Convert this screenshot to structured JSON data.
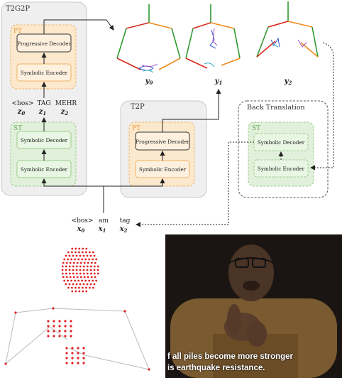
{
  "colors": {
    "group_fill": "#efefef",
    "group_stroke": "#c8c8c8",
    "pt_fill": "#fce8cc",
    "pt_stroke": "#f0b46a",
    "pt_label": "#e89a3c",
    "st_fill": "#e0f0da",
    "st_stroke": "#9ccc8e",
    "st_label": "#6aaa5a",
    "video_bg": "#1a1512",
    "shirt": "#7a5a30",
    "skin": "#4a3426",
    "points": "#e02020"
  },
  "groups": {
    "t2g2p": "T2G2P",
    "t2p": "T2P",
    "back_translation": "Back Translation"
  },
  "blocks": {
    "pt": "PT",
    "st": "ST",
    "progressive_decoder": "Progressive Decoder",
    "symbolic_encoder": "Symbolic Encoder",
    "symbolic_decoder": "Symbolic Decoder"
  },
  "gloss_tokens": [
    {
      "word": "<bos>",
      "var": "z",
      "sub": "0"
    },
    {
      "word": "TAG",
      "var": "z",
      "sub": "1"
    },
    {
      "word": "MEHR",
      "var": "z",
      "sub": "2"
    }
  ],
  "text_tokens": [
    {
      "word": "<bos>",
      "var": "x",
      "sub": "0"
    },
    {
      "word": "am",
      "var": "x",
      "sub": "1"
    },
    {
      "word": "tag",
      "var": "x",
      "sub": "2"
    }
  ],
  "pose_labels": [
    {
      "var": "y",
      "sub": "0"
    },
    {
      "var": "y",
      "sub": "1"
    },
    {
      "var": "y",
      "sub": "2"
    }
  ],
  "video": {
    "subtitle_line1": "f all piles become more stronger",
    "subtitle_line2": "is earthquake resistance."
  }
}
